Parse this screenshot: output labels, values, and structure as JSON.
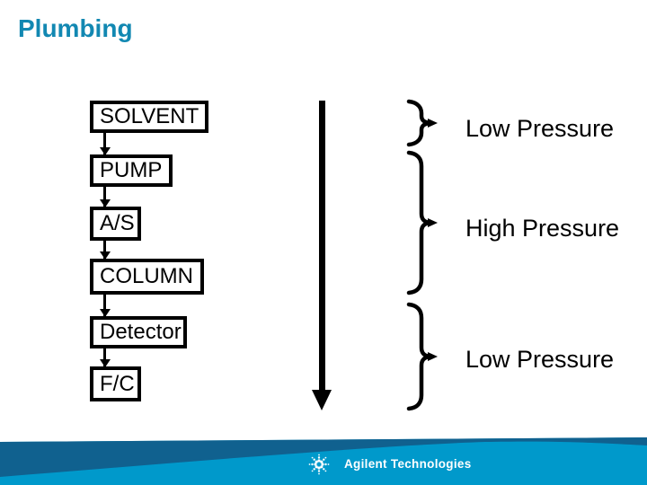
{
  "slide": {
    "title": "Plumbing",
    "flow_boxes": [
      {
        "label": "SOLVENT"
      },
      {
        "label": "PUMP"
      },
      {
        "label": "A/S"
      },
      {
        "label": "COLUMN"
      },
      {
        "label": "Detector"
      },
      {
        "label": "F/C"
      }
    ],
    "pressure_labels": [
      {
        "label": "Low Pressure"
      },
      {
        "label": "High Pressure"
      },
      {
        "label": "Low Pressure"
      }
    ],
    "footer": {
      "brand": "Agilent Technologies"
    },
    "colors": {
      "title_text": "#1288b2",
      "diagram_ink": "#000000",
      "band_dark": "#10618f",
      "band_light": "#0099cb",
      "brand_text": "#ffffff"
    }
  }
}
